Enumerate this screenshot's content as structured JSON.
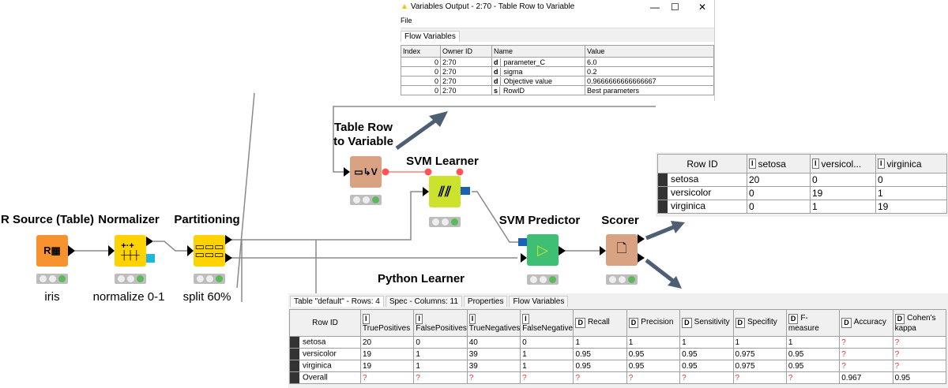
{
  "variables_window": {
    "title": "Variables Output - 2:70 - Table Row to Variable",
    "menu": [
      "File"
    ],
    "tab": "Flow Variables",
    "columns": [
      "Index",
      "Owner ID",
      "Name",
      "Value"
    ],
    "rows": [
      {
        "index": "0",
        "owner": "2:70",
        "type": "d",
        "name": "parameter_C",
        "value": "6.0"
      },
      {
        "index": "0",
        "owner": "2:70",
        "type": "d",
        "name": "sigma",
        "value": "0.2"
      },
      {
        "index": "0",
        "owner": "2:70",
        "type": "d",
        "name": "Objective value",
        "value": "0.9666666666666667"
      },
      {
        "index": "0",
        "owner": "2:70",
        "type": "s",
        "name": "RowID",
        "value": "Best parameters"
      }
    ],
    "controls": {
      "minimize": "—",
      "maximize": "☐",
      "close": "✕"
    }
  },
  "workflow": {
    "nodes": {
      "r_source": {
        "title": "R Source (Table)",
        "annotation": "iris",
        "color": "#f7932f"
      },
      "normalizer": {
        "title": "Normalizer",
        "annotation": "normalize 0-1",
        "color": "#ffd200"
      },
      "partitioning": {
        "title": "Partitioning",
        "annotation": "split 60%",
        "color": "#ffd200"
      },
      "table_row_to_variable": {
        "title": "Table Row\nto Variable",
        "title_line1": "Table Row",
        "title_line2": "to Variable",
        "color": "#d9a283"
      },
      "svm_learner": {
        "title": "SVM Learner",
        "color": "#cde22d"
      },
      "svm_predictor": {
        "title": "SVM Predictor",
        "color": "#3fbf73"
      },
      "scorer": {
        "title": "Scorer",
        "color": "#d9a283"
      }
    },
    "annotation_python": "Python Learner"
  },
  "confusion_matrix": {
    "columns": [
      "Row ID",
      "setosa",
      "versicol...",
      "virginica"
    ],
    "rows": [
      {
        "id": "setosa",
        "values": [
          "20",
          "0",
          "0"
        ]
      },
      {
        "id": "versicolor",
        "values": [
          "0",
          "19",
          "1"
        ]
      },
      {
        "id": "virginica",
        "values": [
          "0",
          "1",
          "19"
        ]
      }
    ]
  },
  "scorer_table": {
    "tabs": [
      "Table \"default\" - Rows: 4",
      "Spec - Columns: 11",
      "Properties",
      "Flow Variables"
    ],
    "columns": [
      {
        "label": "Row ID",
        "type": ""
      },
      {
        "label": "TruePositives",
        "type": "I"
      },
      {
        "label": "FalsePositives",
        "type": "I"
      },
      {
        "label": "TrueNegatives",
        "type": "I"
      },
      {
        "label": "FalseNegatives",
        "type": "I"
      },
      {
        "label": "Recall",
        "type": "D"
      },
      {
        "label": "Precision",
        "type": "D"
      },
      {
        "label": "Sensitivity",
        "type": "D"
      },
      {
        "label": "Specifity",
        "type": "D"
      },
      {
        "label": "F-measure",
        "type": "D"
      },
      {
        "label": "Accuracy",
        "type": "D"
      },
      {
        "label": "Cohen's kappa",
        "type": "D"
      }
    ],
    "rows": [
      {
        "id": "setosa",
        "values": [
          "20",
          "0",
          "40",
          "0",
          "1",
          "1",
          "1",
          "1",
          "1",
          "?",
          "?"
        ]
      },
      {
        "id": "versicolor",
        "values": [
          "19",
          "1",
          "39",
          "1",
          "0.95",
          "0.95",
          "0.95",
          "0.975",
          "0.95",
          "?",
          "?"
        ]
      },
      {
        "id": "virginica",
        "values": [
          "19",
          "1",
          "39",
          "1",
          "0.95",
          "0.95",
          "0.95",
          "0.975",
          "0.95",
          "?",
          "?"
        ]
      },
      {
        "id": "Overall",
        "values": [
          "?",
          "?",
          "?",
          "?",
          "?",
          "?",
          "?",
          "?",
          "?",
          "0.967",
          "0.95"
        ]
      }
    ]
  }
}
